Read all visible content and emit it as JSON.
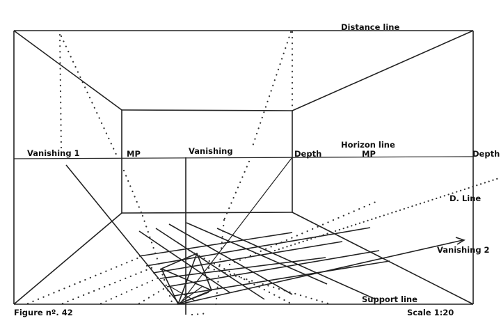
{
  "figure": {
    "caption": "Figure nº. 42",
    "scale": "Scale 1:20"
  },
  "labels": {
    "distance_line": "Distance line",
    "horizon_line": "Horizon line",
    "vanishing_1": "Vanishing 1",
    "mp_left": "MP",
    "vanishing_center": "Vanishing",
    "depth_left": "Depth",
    "mp_right": "MP",
    "depth_right": "Depth",
    "d_line": "D. Line",
    "vanishing_2": "Vanishing 2",
    "support_line": "Support line"
  },
  "colors": {
    "ink": "#222222",
    "background": "#ffffff"
  }
}
